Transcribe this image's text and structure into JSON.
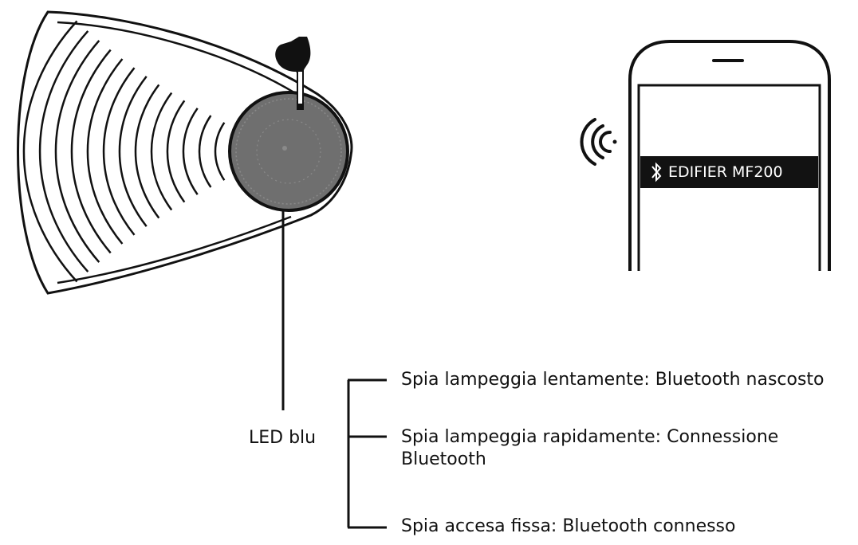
{
  "colors": {
    "ink": "#111111",
    "speaker_grille": "#6f6f6f",
    "device_bar": "#121212",
    "device_text": "#ffffff"
  },
  "icons": {
    "hand": "pointing-finger-icon",
    "signal": "wireless-signal-icon",
    "bluetooth": "bluetooth-icon"
  },
  "phone": {
    "device_name": "EDIFIER MF200"
  },
  "led": {
    "label": "LED blu",
    "states": [
      "Spia lampeggia lentamente: Bluetooth nascosto",
      "Spia lampeggia rapidamente: Connessione Bluetooth",
      "Spia accesa fissa: Bluetooth connesso"
    ]
  }
}
